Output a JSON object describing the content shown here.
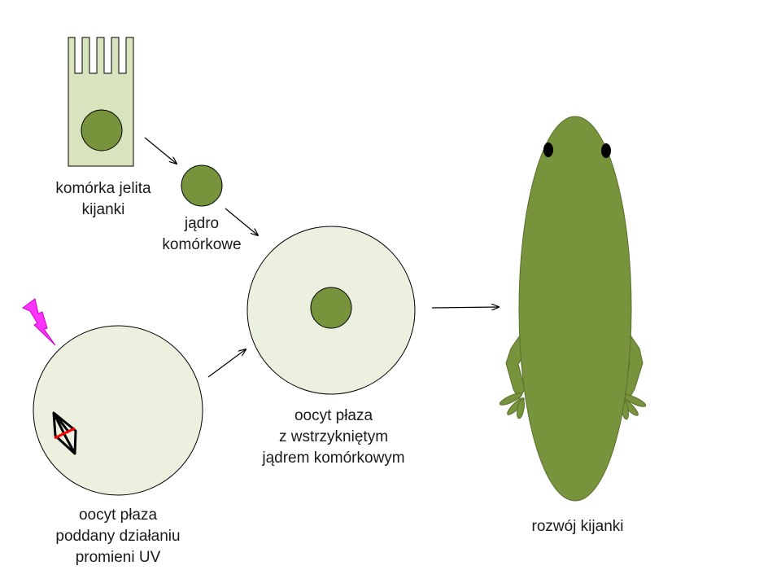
{
  "labels": {
    "gut_cell": [
      "komórka jelita",
      "kijanki"
    ],
    "nucleus": [
      "jądro",
      "komórkowe"
    ],
    "uv_oocyte": [
      "oocyt płaza",
      "poddany działaniu",
      "promieni UV"
    ],
    "injected_oocyte": [
      "oocyt płaza",
      "z wstrzykniętym",
      "jądrem komórkowym"
    ],
    "tadpole": [
      "rozwój kijanki"
    ]
  },
  "colors": {
    "cell_fill": "#d7e4bd",
    "oocyte_fill": "#ebf1de",
    "nucleus_fill": "#77933c",
    "tadpole_fill": "#77933c",
    "outline": "#000000",
    "lightning": "#ff33ff",
    "spindle_mark": "#ff0000"
  },
  "icons": {
    "uv": "lightning-bolt-icon"
  }
}
